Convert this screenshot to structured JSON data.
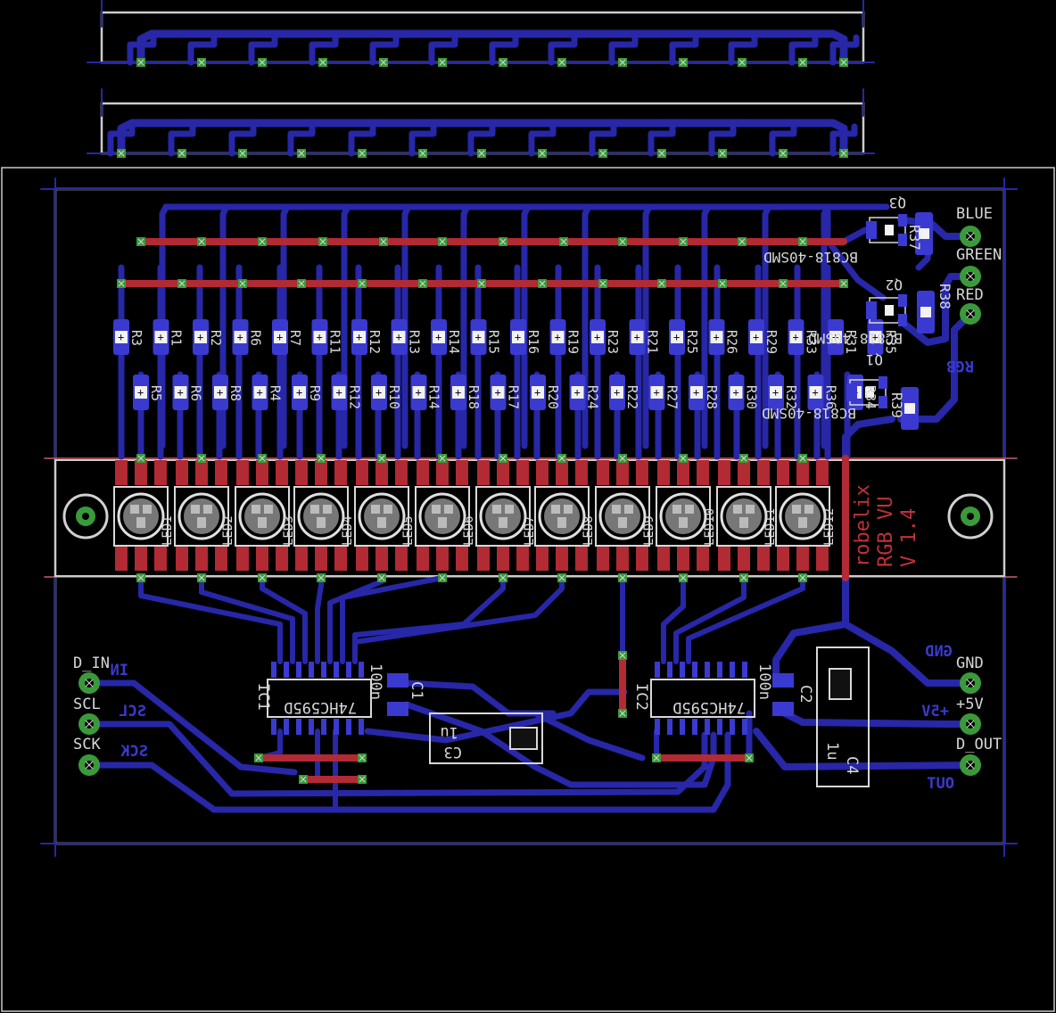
{
  "colors": {
    "background": "#000000",
    "bottom_trace": "#2727a8",
    "top_trace": "#b22a33",
    "pad": "#3a9a3a",
    "outline": "#cccccc",
    "smd": "#3a3ad0",
    "silk_text": "#d7d7d7",
    "red_text": "#c0303a",
    "blue_text": "#3a3ad0"
  },
  "connectors": {
    "blue": "BLUE",
    "green": "GREEN",
    "red": "RED",
    "rgb": "RGB",
    "gnd": "GND",
    "gnd_bottom": "GND",
    "v5": "+5V",
    "v5_bottom": "+5V",
    "d_out": "D_OUT",
    "out_bottom": "OUT",
    "d_in": "D_IN",
    "in_bottom": "IN",
    "scl": "SCL",
    "scl_bottom": "SCL",
    "sck": "SCK",
    "sck_bottom": "SCK"
  },
  "transistors": [
    {
      "ref": "Q3",
      "label": "BC818-40SMD",
      "resistor": "R37"
    },
    {
      "ref": "Q2",
      "label": "BC818-40SMD",
      "resistor": "R38"
    },
    {
      "ref": "Q1",
      "label": "BC818-40SMD",
      "resistor": "R39"
    }
  ],
  "resistors_top": [
    "R3",
    "R1",
    "R2",
    "R6",
    "R7",
    "R11",
    "R12",
    "R13",
    "R14",
    "R15",
    "R16",
    "R19",
    "R23",
    "R21",
    "R25",
    "R26",
    "R29",
    "R33",
    "R31",
    "R35"
  ],
  "resistors_bottom": [
    "R5",
    "R6",
    "R8",
    "R4",
    "R9",
    "R12",
    "R10",
    "R14",
    "R18",
    "R17",
    "R20",
    "R24",
    "R22",
    "R27",
    "R28",
    "R30",
    "R32",
    "R36",
    "R34"
  ],
  "leds": [
    "LED1",
    "LED2",
    "LED3",
    "LED4",
    "LED5",
    "LED6",
    "LED7",
    "LED8",
    "LED9",
    "LED10",
    "LED11",
    "LED12"
  ],
  "ics": [
    {
      "ref": "IC1",
      "value": "74HC595D",
      "cap": "C1",
      "cap_value": "100n"
    },
    {
      "ref": "IC2",
      "value": "74HC595D",
      "cap": "C2",
      "cap_value": "100n"
    }
  ],
  "cap3": {
    "ref": "C3",
    "value": "1u"
  },
  "cap4": {
    "ref": "C4",
    "value": "1u"
  },
  "branding": {
    "line1": "robelix",
    "line2": "RGB VU",
    "line3": "V 1.4"
  }
}
